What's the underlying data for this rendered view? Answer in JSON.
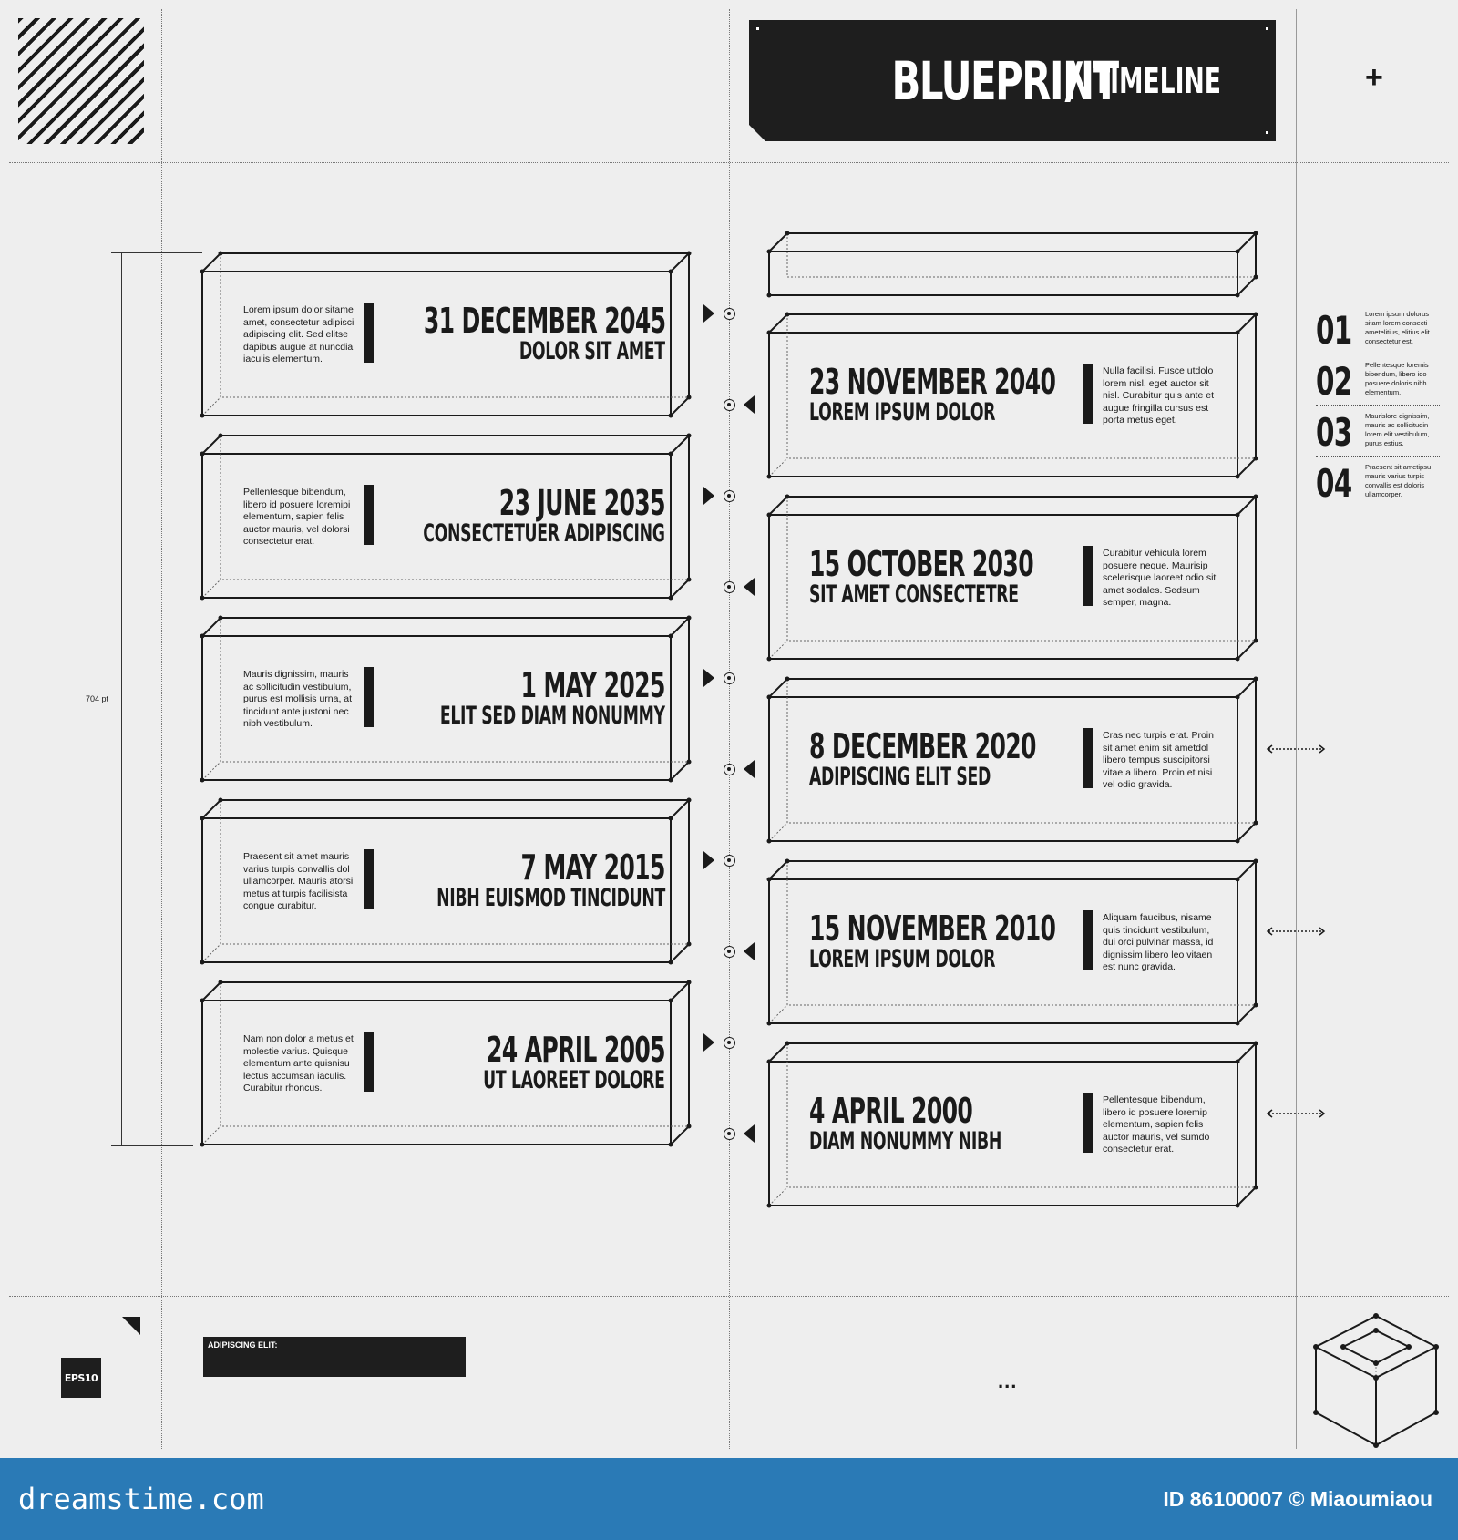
{
  "header": {
    "title": "BLUEPRINT",
    "separator": "/",
    "subtitle": "TIMELINE"
  },
  "corner_symbol": "+",
  "dimension_label": "704 pt",
  "left_items": [
    {
      "date": "31 DECEMBER 2045",
      "caption": "DOLOR SIT AMET",
      "text": "Lorem ipsum dolor sitame amet, consectetur adipisci adipiscing elit. Sed elitse dapibus augue at nuncdia iaculis elementum."
    },
    {
      "date": "23 JUNE 2035",
      "caption": "CONSECTETUER ADIPISCING",
      "text": "Pellentesque bibendum, libero id posuere loremipi elementum, sapien felis auctor mauris, vel dolorsi consectetur erat."
    },
    {
      "date": "1 MAY 2025",
      "caption": "ELIT SED DIAM NONUMMY",
      "text": "Mauris dignissim, mauris ac sollicitudin vestibulum, purus est mollisis urna, at tincidunt ante justoni nec nibh vestibulum."
    },
    {
      "date": "7 MAY 2015",
      "caption": "NIBH EUISMOD TINCIDUNT",
      "text": "Praesent sit amet mauris varius turpis convallis dol ullamcorper. Mauris atorsi metus at turpis facilisista congue curabitur."
    },
    {
      "date": "24 APRIL 2005",
      "caption": "UT LAOREET DOLORE",
      "text": "Nam non dolor a metus et molestie varius. Quisque elementum ante quisnisu lectus accumsan iaculis. Curabitur rhoncus."
    }
  ],
  "right_items": [
    {
      "date": "23 NOVEMBER 2040",
      "caption": "LOREM IPSUM DOLOR",
      "text": "Nulla facilisi. Fusce utdolo lorem nisl, eget auctor sit nisl. Curabitur quis ante et augue fringilla cursus est porta metus eget."
    },
    {
      "date": "15 OCTOBER 2030",
      "caption": "SIT AMET CONSECTETRE",
      "text": "Curabitur vehicula lorem posuere neque. Maurisip scelerisque laoreet odio sit amet sodales. Sedsum semper, magna."
    },
    {
      "date": "8 DECEMBER 2020",
      "caption": "ADIPISCING ELIT SED",
      "text": "Cras nec turpis erat. Proin sit amet enim sit ametdol libero tempus suscipitorsi vitae a libero. Proin et nisi vel odio gravida."
    },
    {
      "date": "15 NOVEMBER 2010",
      "caption": "LOREM IPSUM DOLOR",
      "text": "Aliquam faucibus, nisame quis tincidunt vestibulum, dui orci pulvinar massa, id dignissim libero leo vitaen est nunc gravida."
    },
    {
      "date": "4 APRIL 2000",
      "caption": "DIAM NONUMMY NIBH",
      "text": "Pellentesque bibendum, libero id posuere loremip elementum, sapien felis auctor mauris, vel sumdo consectetur erat."
    }
  ],
  "index": [
    {
      "num": "01",
      "text": "Lorem ipsum dolorus sitam lorem consecti ametelitius, elitius elit consectetur est."
    },
    {
      "num": "02",
      "text": "Pellentesque loremis bibendum, libero ido posuere doloris nibh elementum."
    },
    {
      "num": "03",
      "text": "Maurislore dignissim, mauris ac sollicitudin lorem elit vestibulum, purus estius."
    },
    {
      "num": "04",
      "text": "Praesent sit ametipsu mauris varius turpis convallis est doloris ullamcorper."
    }
  ],
  "footer": {
    "eps_label": "EPS10",
    "bar_label": "ADIPISCING ELIT:",
    "ellipsis": "..."
  },
  "brand": {
    "logo": "dreamstime.com",
    "credit": "ID 86100007 © Miaoumiaou"
  },
  "colors": {
    "ink": "#1a1a1a",
    "paper": "#eeeeee",
    "brand_blue": "#2a7ab6"
  }
}
